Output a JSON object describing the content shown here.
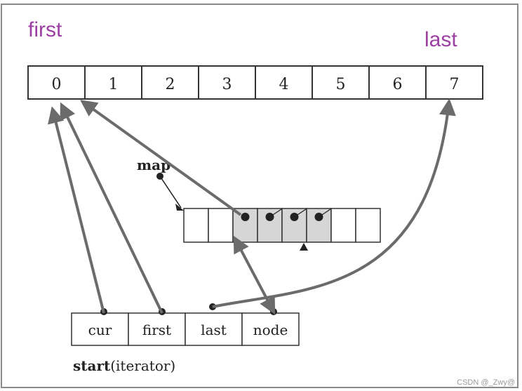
{
  "colors": {
    "label_accent": "#9b3fa3",
    "arrow": "#6b6b6b",
    "cell_shade": "#d6d6d6",
    "frame": "#8a8a8a"
  },
  "labels": {
    "first_top": "first",
    "last_top": "last",
    "map": "map",
    "start_bold": "start",
    "start_rest": "(iterator)",
    "watermark": "CSDN @_Zwy@"
  },
  "buffer_cells": [
    "0",
    "1",
    "2",
    "3",
    "4",
    "5",
    "6",
    "7"
  ],
  "map_cells": [
    {
      "shaded": false,
      "dot": false
    },
    {
      "shaded": false,
      "dot": false
    },
    {
      "shaded": true,
      "dot": true
    },
    {
      "shaded": true,
      "dot": true
    },
    {
      "shaded": true,
      "dot": true
    },
    {
      "shaded": true,
      "dot": true
    },
    {
      "shaded": false,
      "dot": false
    },
    {
      "shaded": false,
      "dot": false
    }
  ],
  "iterator_fields": [
    "cur",
    "first",
    "last",
    "node"
  ]
}
